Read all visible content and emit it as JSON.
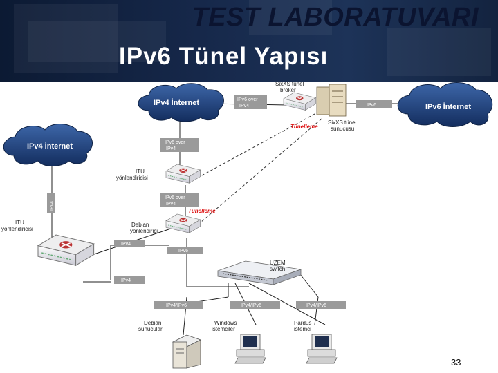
{
  "slide": {
    "title_line1": "TEST LABORATUVARI",
    "title_line2": "IPv6 Tünel Yapısı",
    "page_number": "33"
  },
  "clouds": {
    "ipv4_top": "IPv4 İnternet",
    "ipv4_left": "IPv4 İnternet",
    "ipv6_right": "IPv6 İnternet"
  },
  "nodes": {
    "sixxs_broker_line1": "SixXS tünel",
    "sixxs_broker_line2": "broker",
    "sixxs_server_line1": "SixXS tünel",
    "sixxs_server_line2": "sunucusu",
    "itu_router_top_line1": "İTÜ",
    "itu_router_top_line2": "yönlendiricisi",
    "itu_router_left_line1": "İTÜ",
    "itu_router_left_line2": "yönlendiricisi",
    "debian_router_line1": "Debian",
    "debian_router_line2": "yönlendirici",
    "uzem_switch_line1": "UZEM",
    "uzem_switch_line2": "switch",
    "debian_servers_line1": "Debian",
    "debian_servers_line2": "sunucular",
    "windows_clients_line1": "Windows",
    "windows_clients_line2": "istemciler",
    "pardus_clients_line1": "Pardus",
    "pardus_clients_line2": "istemci"
  },
  "link_tags": {
    "broker_link_line1": "IPv6 over",
    "broker_link_line2": "IPv4",
    "ipv6_right_link": "IPv6",
    "itu_upper_link_line1": "IPv6 over",
    "itu_upper_link_line2": "IPv4",
    "itu_lower_link_line1": "IPv6 over",
    "itu_lower_link_line2": "IPv4",
    "vertical_ipv4": "IPv4",
    "debian_ipv4": "IPv4",
    "debian_ipv6": "IPv6",
    "lower_ipv4": "IPv4",
    "client1": "IPv4/IPv6",
    "client2": "IPv4/IPv6",
    "client3": "IPv4/IPv6"
  },
  "annotations": {
    "tunnel_upper": "Tünelleme",
    "tunnel_lower": "Tünelleme"
  },
  "colors": {
    "cloud_fill": "#1d3f7a",
    "tag_fill": "#9a9a9a",
    "tunnel_text": "#dd1111",
    "header_bg": "#16284a"
  }
}
